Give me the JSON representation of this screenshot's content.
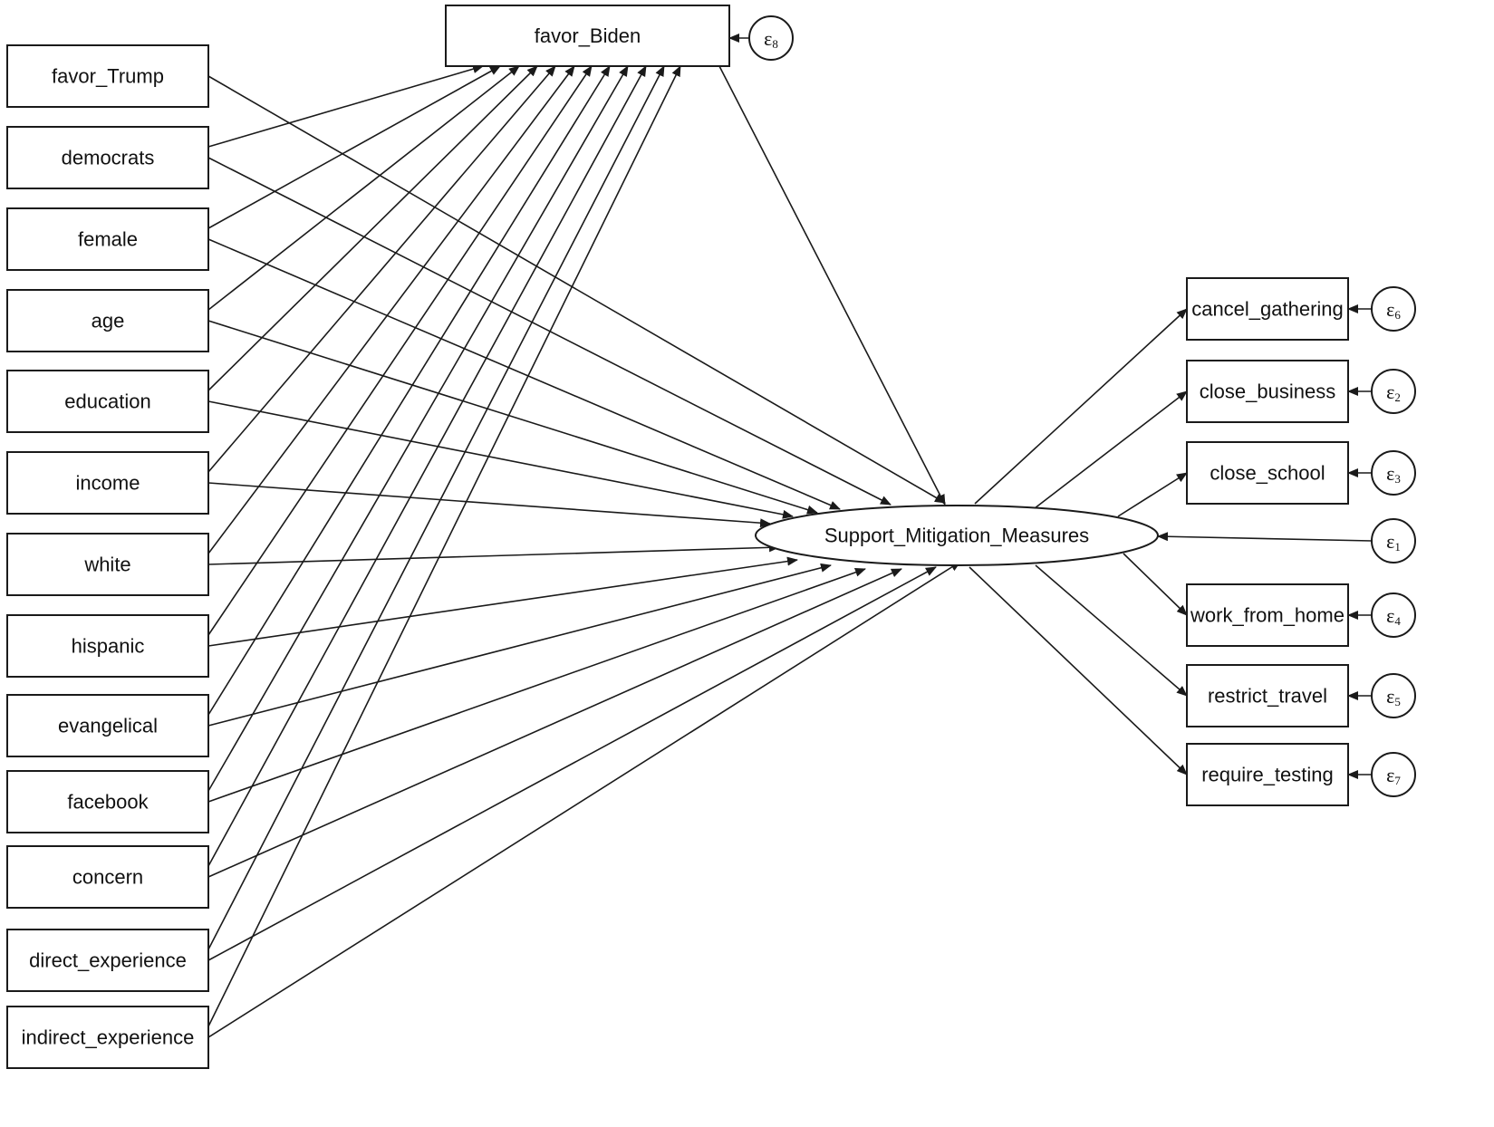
{
  "diagram": {
    "predictors": [
      "favor_Trump",
      "democrats",
      "female",
      "age",
      "education",
      "income",
      "white",
      "hispanic",
      "evangelical",
      "facebook",
      "concern",
      "direct_experience",
      "indirect_experience"
    ],
    "mediator": "favor_Biden",
    "mediator_error": {
      "symbol": "ε",
      "index": "8"
    },
    "latent": "Support_Mitigation_Measures",
    "latent_error": {
      "symbol": "ε",
      "index": "1"
    },
    "indicators": [
      {
        "label": "cancel_gathering",
        "error_symbol": "ε",
        "error_index": "6"
      },
      {
        "label": "close_business",
        "error_symbol": "ε",
        "error_index": "2"
      },
      {
        "label": "close_school",
        "error_symbol": "ε",
        "error_index": "3"
      },
      {
        "label": "work_from_home",
        "error_symbol": "ε",
        "error_index": "4"
      },
      {
        "label": "restrict_travel",
        "error_symbol": "ε",
        "error_index": "5"
      },
      {
        "label": "require_testing",
        "error_symbol": "ε",
        "error_index": "7"
      }
    ]
  }
}
